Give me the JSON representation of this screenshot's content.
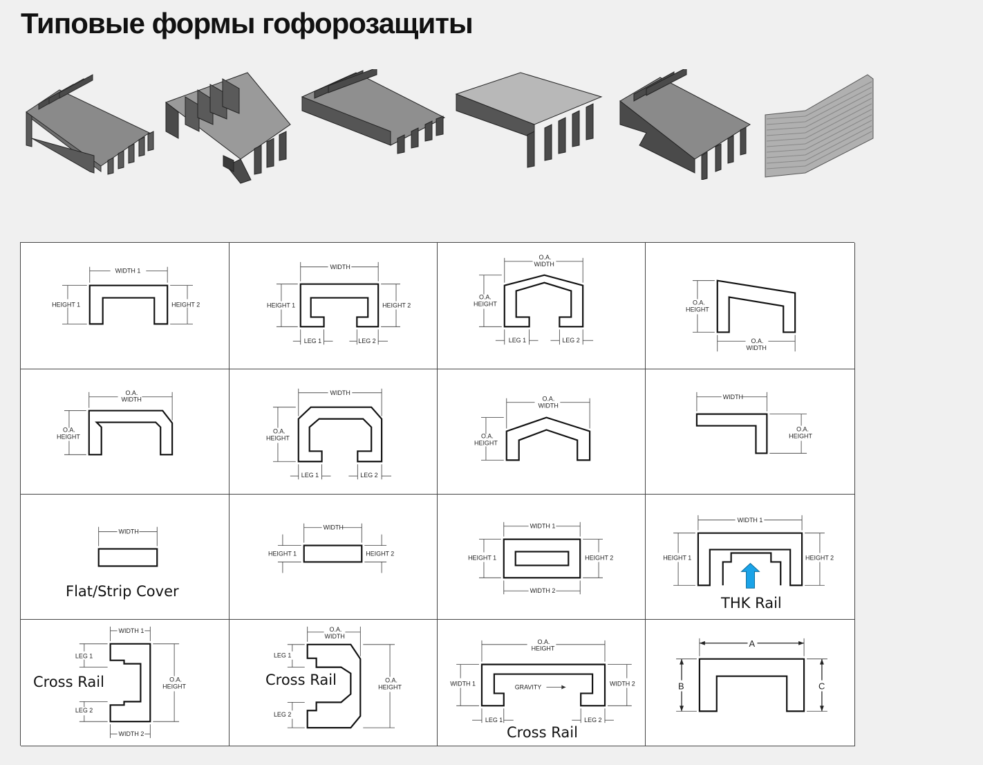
{
  "title": "Типовые формы гофорозащиты",
  "dims": {
    "width1": "WIDTH 1",
    "width2": "WIDTH 2",
    "width": "WIDTH",
    "height1": "HEIGHT 1",
    "height2": "HEIGHT 2",
    "leg1": "LEG 1",
    "leg2": "LEG 2",
    "oa": "O.A.",
    "width_word": "WIDTH",
    "height_word": "HEIGHT",
    "gravity": "GRAVITY",
    "a": "A",
    "b": "B",
    "c": "C"
  },
  "labels": {
    "flat_strip": "Flat/Strip Cover",
    "thk_rail": "THK Rail",
    "cross_rail_1": "Cross Rail",
    "cross_rail_2": "Cross Rail",
    "cross_rail_3": "Cross Rail"
  },
  "colors": {
    "arrow": "#1aa3e8"
  }
}
